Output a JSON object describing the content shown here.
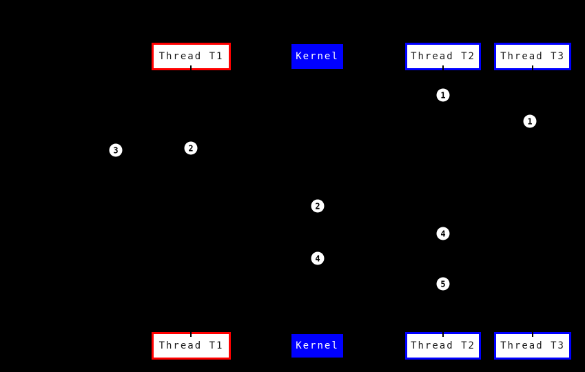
{
  "diagram": {
    "background_color": "#000000",
    "colors": {
      "thread_t1_border": "#ff0000",
      "thread_t2_t3_border": "#0000ff",
      "kernel_fill": "#0000ff",
      "actor_fill": "#ffffff",
      "actor_text": "#1a1a1a",
      "kernel_text": "#ffffff",
      "badge_fill": "#ffffff",
      "badge_text": "#000000"
    },
    "actors": [
      {
        "id": "thread-t1",
        "label": "Thread T1",
        "style": "red-border"
      },
      {
        "id": "kernel",
        "label": "Kernel",
        "style": "blue-fill"
      },
      {
        "id": "thread-t2",
        "label": "Thread T2",
        "style": "blue-border"
      },
      {
        "id": "thread-t3",
        "label": "Thread T3",
        "style": "blue-border"
      }
    ],
    "markers": [
      {
        "label": "1",
        "lifeline": "thread-t2"
      },
      {
        "label": "1",
        "lifeline": "thread-t3"
      },
      {
        "label": "3",
        "lifeline": "left-of-thread-t1"
      },
      {
        "label": "2",
        "lifeline": "thread-t1"
      },
      {
        "label": "2",
        "lifeline": "kernel"
      },
      {
        "label": "4",
        "lifeline": "kernel"
      },
      {
        "label": "4",
        "lifeline": "thread-t2"
      },
      {
        "label": "5",
        "lifeline": "thread-t2"
      }
    ]
  }
}
